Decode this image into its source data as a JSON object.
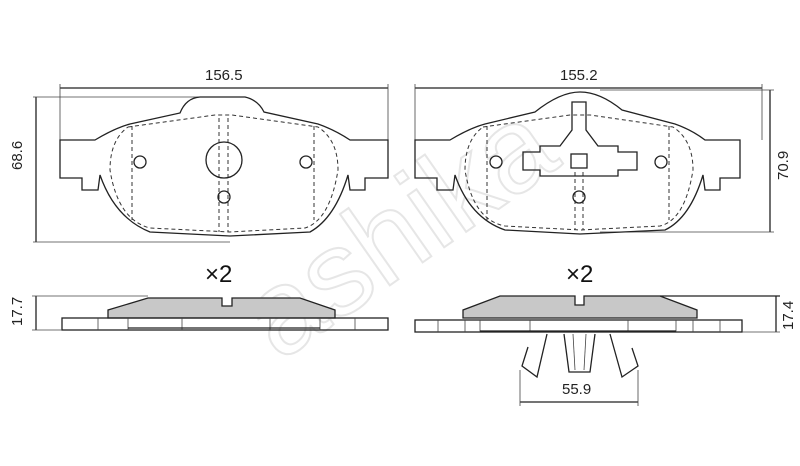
{
  "watermark": "ashika",
  "front_view_left": {
    "width_label": "156.5",
    "height_label": "68.6"
  },
  "front_view_right": {
    "width_label": "155.2",
    "height_label": "70.9"
  },
  "side_view_left": {
    "quantity_label": "×2",
    "thickness_label": "17.7"
  },
  "side_view_right": {
    "quantity_label": "×2",
    "thickness_label": "17.4",
    "clip_width_label": "55.9"
  }
}
